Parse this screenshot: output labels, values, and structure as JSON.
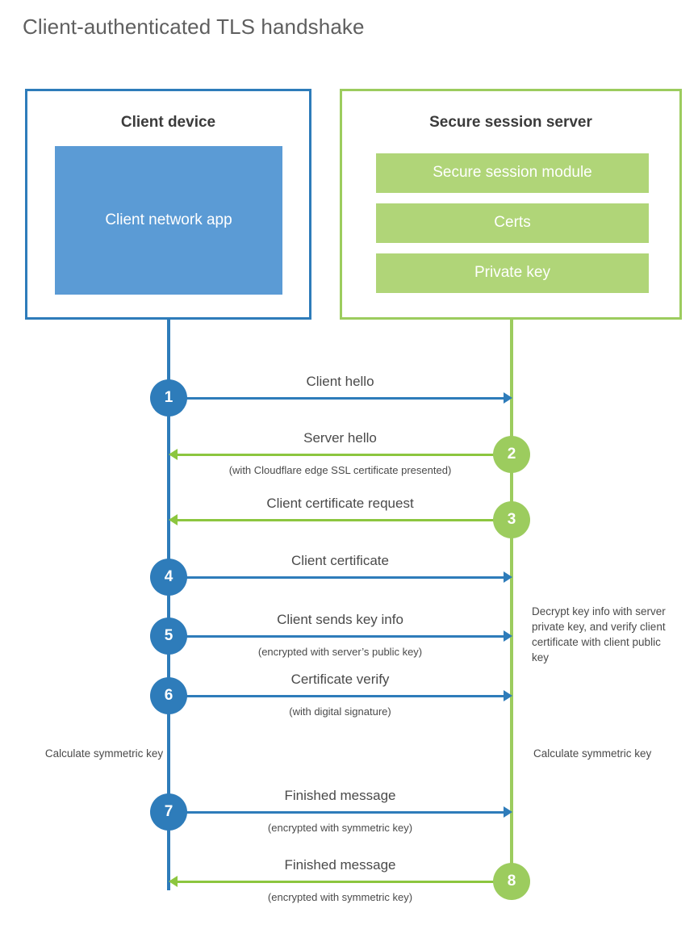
{
  "title": "Client-authenticated TLS handshake",
  "colors": {
    "client_blue": "#2e7cba",
    "client_app_fill": "#5b9bd5",
    "server_green": "#9ccc5e",
    "server_block_fill": "#b0d578",
    "arrow_green": "#8cc63f",
    "text": "#4a4a4a",
    "title_text": "#5f5f5f"
  },
  "actors": {
    "client": {
      "title": "Client device",
      "blocks": [
        "Client network app"
      ]
    },
    "server": {
      "title": "Secure session server",
      "blocks": [
        "Secure session module",
        "Certs",
        "Private key"
      ]
    }
  },
  "messages": [
    {
      "step": "1",
      "label": "Client hello",
      "sublabel": "",
      "direction": "client-to-server",
      "color": "blue"
    },
    {
      "step": "2",
      "label": "Server hello",
      "sublabel": "(with Cloudflare edge SSL certificate presented)",
      "direction": "server-to-client",
      "color": "green"
    },
    {
      "step": "3",
      "label": "Client certificate request",
      "sublabel": "",
      "direction": "server-to-client",
      "color": "green"
    },
    {
      "step": "4",
      "label": "Client certificate",
      "sublabel": "",
      "direction": "client-to-server",
      "color": "blue"
    },
    {
      "step": "5",
      "label": "Client sends key info",
      "sublabel": "(encrypted with server’s public key)",
      "direction": "client-to-server",
      "color": "blue"
    },
    {
      "step": "6",
      "label": "Certificate verify",
      "sublabel": "(with digital signature)",
      "direction": "client-to-server",
      "color": "blue"
    },
    {
      "step": "7",
      "label": "Finished message",
      "sublabel": "(encrypted with symmetric key)",
      "direction": "client-to-server",
      "color": "blue"
    },
    {
      "step": "8",
      "label": "Finished message",
      "sublabel": "(encrypted with symmetric key)",
      "direction": "server-to-client",
      "color": "green"
    }
  ],
  "annotations": {
    "decrypt_note": "Decrypt key info with server private key, and verify client certificate with client public key",
    "calc_key_client": "Calculate symmetric key",
    "calc_key_server": "Calculate symmetric key"
  }
}
